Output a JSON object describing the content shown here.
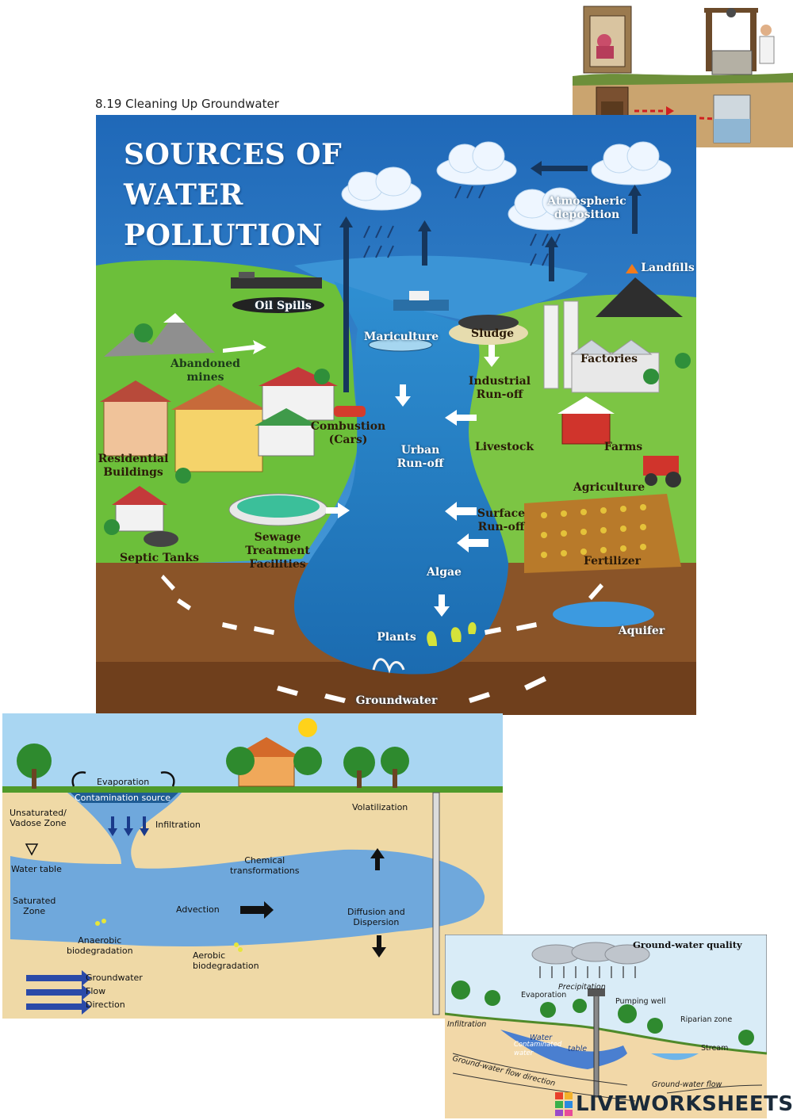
{
  "page": {
    "heading": "8.19 Cleaning Up Groundwater"
  },
  "infographic": {
    "title": "SOURCES OF\nWATER\nPOLLUTION",
    "labels": {
      "oil_spills": "Oil Spills",
      "atmospheric_deposition": "Atmospheric\ndeposition",
      "landfills": "Landfills",
      "abandoned_mines": "Abandoned\nmines",
      "mariculture": "Mariculture",
      "sludge": "Sludge",
      "factories": "Factories",
      "industrial_runoff": "Industrial\nRun-off",
      "combustion": "Combustion\n(Cars)",
      "residential": "Residential\nBuildings",
      "urban_runoff": "Urban\nRun-off",
      "livestock": "Livestock",
      "farms": "Farms",
      "agriculture": "Agriculture",
      "surface_runoff": "Surface\nRun-off",
      "sewage": "Sewage Treatment\nFacilities",
      "septic": "Septic Tanks",
      "algae": "Algae",
      "fertilizer": "Fertilizer",
      "aquifer": "Aquifer",
      "plants": "Plants",
      "groundwater": "Groundwater"
    }
  },
  "contamination_diagram": {
    "labels": {
      "evaporation": "Evaporation",
      "contamination_source": "Contamination source",
      "unsaturated": "Unsaturated/\nVadose Zone",
      "infiltration": "Infiltration",
      "volatilization": "Volatilization",
      "water_table": "Water table",
      "chemical": "Chemical\ntransformations",
      "saturated": "Saturated\nZone",
      "advection": "Advection",
      "diffusion": "Diffusion and\nDispersion",
      "anaerobic": "Anaerobic\nbiodegradation",
      "aerobic": "Aerobic\nbiodegradation",
      "gw_flow": "Groundwater\nFlow\nDirection"
    }
  },
  "quality_diagram": {
    "title": "Ground-water quality",
    "labels": {
      "precipitation": "Precipitation",
      "evaporation": "Evaporation",
      "pumping_well": "Pumping well",
      "riparian": "Riparian zone",
      "infiltration": "Infiltration",
      "water_table_1": "Water",
      "water_table_2": "table",
      "contaminated": "Contaminated\nwater",
      "stream": "Stream",
      "gw_flow_direction": "Ground-water flow direction",
      "gw_flow": "Ground-water flow"
    }
  },
  "brand": {
    "text": "LIVEWORKSHEETS"
  }
}
